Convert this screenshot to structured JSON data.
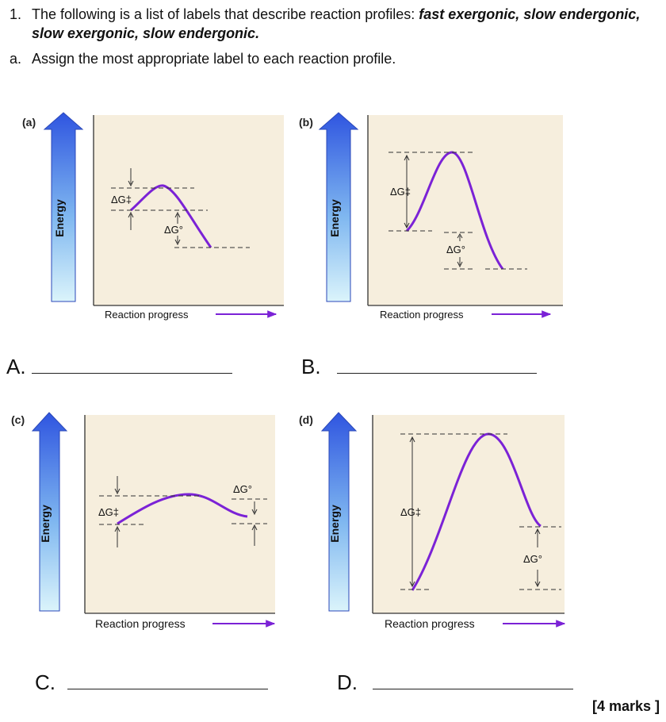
{
  "question": {
    "number": "1.",
    "text_lead": "The following is a list of labels that describe reaction profiles: ",
    "labels_list": "fast exergonic, slow endergonic, slow exergonic, slow endergonic.",
    "part_number": "a.",
    "part_text": "Assign the most appropriate label to each reaction profile."
  },
  "panels": [
    {
      "letter": "(a)",
      "energy_label": "Energy",
      "progress_label": "Reaction progress",
      "dg_act": "ΔG‡",
      "dg_std": "ΔG°"
    },
    {
      "letter": "(b)",
      "energy_label": "Energy",
      "progress_label": "Reaction progress",
      "dg_act": "ΔG‡",
      "dg_std": "ΔG°"
    },
    {
      "letter": "(c)",
      "energy_label": "Energy",
      "progress_label": "Reaction progress",
      "dg_act": "ΔG‡",
      "dg_std": "ΔG°"
    },
    {
      "letter": "(d)",
      "energy_label": "Energy",
      "progress_label": "Reaction progress",
      "dg_act": "ΔG‡",
      "dg_std": "ΔG°"
    }
  ],
  "answers": [
    "A.",
    "B.",
    "C.",
    "D."
  ],
  "marks": "[4 marks ]",
  "colors": {
    "panel_bg": "#f6eedd",
    "curve": "#7b22d6",
    "arrow_top": "#2f55e0",
    "arrow_bottom": "#dbf4fb"
  }
}
